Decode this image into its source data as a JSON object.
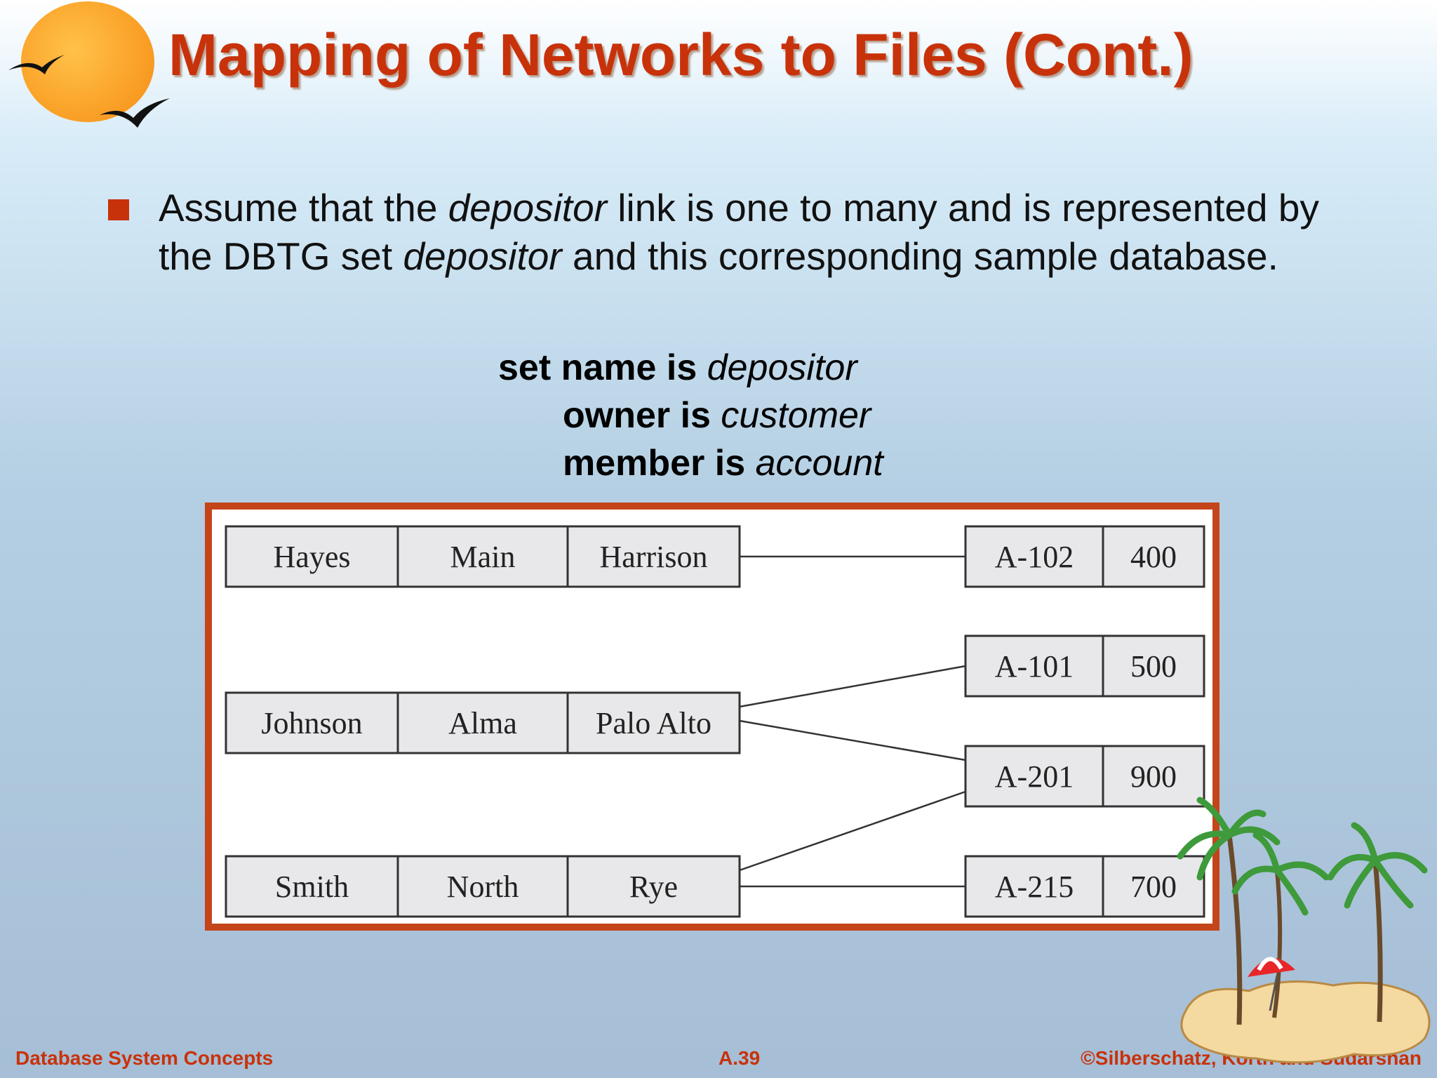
{
  "title": "Mapping of Networks to Files (Cont.)",
  "bullet": {
    "part1": "Assume that the ",
    "em1": "depositor",
    "part2": " link is one to many and is represented by the DBTG set ",
    "em2": "depositor",
    "part3": " and this corresponding sample database."
  },
  "set_decl": {
    "line1_kw": "set name is ",
    "line1_val": "depositor",
    "line2_kw": "owner is ",
    "line2_val": "customer",
    "line3_kw": "member is ",
    "line3_val": "account"
  },
  "customers": [
    {
      "name": "Hayes",
      "street": "Main",
      "city": "Harrison"
    },
    {
      "name": "Johnson",
      "street": "Alma",
      "city": "Palo Alto"
    },
    {
      "name": "Smith",
      "street": "North",
      "city": "Rye"
    }
  ],
  "accounts": [
    {
      "number": "A-102",
      "balance": "400"
    },
    {
      "number": "A-101",
      "balance": "500"
    },
    {
      "number": "A-201",
      "balance": "900"
    },
    {
      "number": "A-215",
      "balance": "700"
    }
  ],
  "footer": {
    "left": "Database System Concepts",
    "center": "A.39",
    "right": "©Silberschatz, Korth and Sudarshan"
  },
  "colors": {
    "accent": "#c8320a",
    "frame": "#c4451a",
    "cell_fill": "#e8e8ea",
    "sun": "#fba42a"
  }
}
